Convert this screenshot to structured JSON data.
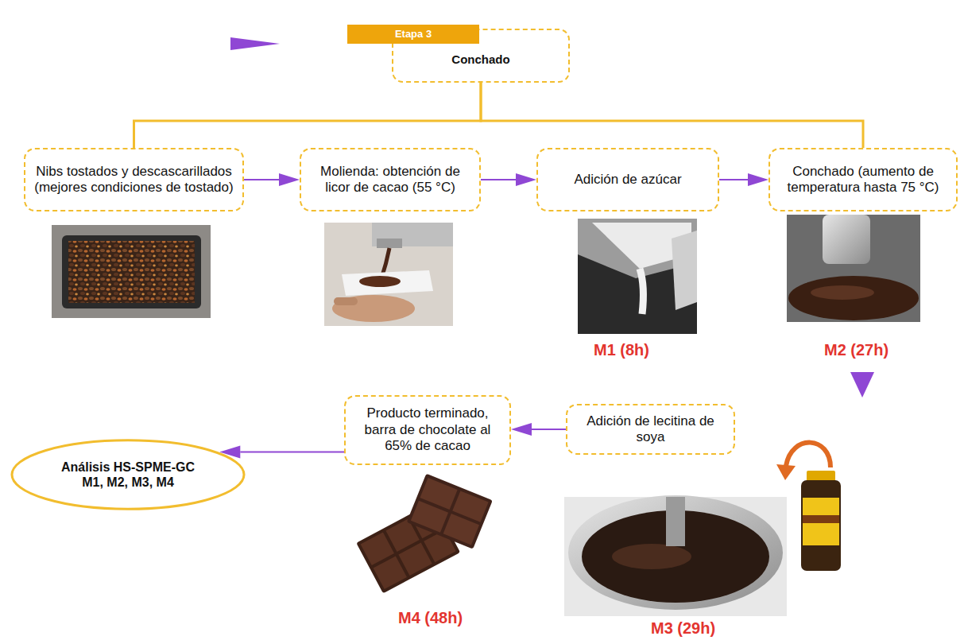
{
  "diagram": {
    "nodes": [
      {
        "text": [
          "Etapa 3"
        ]
      },
      {
        "text": [
          "Conchado"
        ]
      },
      {
        "text": [
          "Nibs tostados y descascarillados (mejores condiciones de tostado)"
        ]
      },
      {
        "text": [
          "Molienda: obtención de licor de cacao (55 °C)"
        ]
      },
      {
        "text": [
          "Adición de azúcar"
        ]
      },
      {
        "text": [
          "Conchado (aumento de temperatura hasta 75 °C)"
        ]
      },
      {
        "text": [
          "Adición de lecitina de soya"
        ]
      },
      {
        "text": [
          "Producto terminado, barra de chocolate al 65% de cacao"
        ]
      },
      {
        "text": [
          "Análisis HS-SPME-GC",
          "M1, M2, M3, M4"
        ]
      }
    ],
    "edges": [
      {
        "from": 1,
        "to": 2,
        "arrow": "none"
      },
      {
        "from": 1,
        "to": 5,
        "arrow": "none"
      },
      {
        "from": 2,
        "to": 3,
        "arrow": "to"
      },
      {
        "from": 3,
        "to": 4,
        "arrow": "to"
      },
      {
        "from": 4,
        "to": 5,
        "arrow": "to"
      },
      {
        "from": 6,
        "to": 7,
        "arrow": "to"
      },
      {
        "from": 7,
        "to": 8,
        "arrow": "to"
      }
    ],
    "labels": [
      "M1 (8h)",
      "M2 (27h)",
      "M4 (48h)",
      "M3 (29h)"
    ]
  }
}
